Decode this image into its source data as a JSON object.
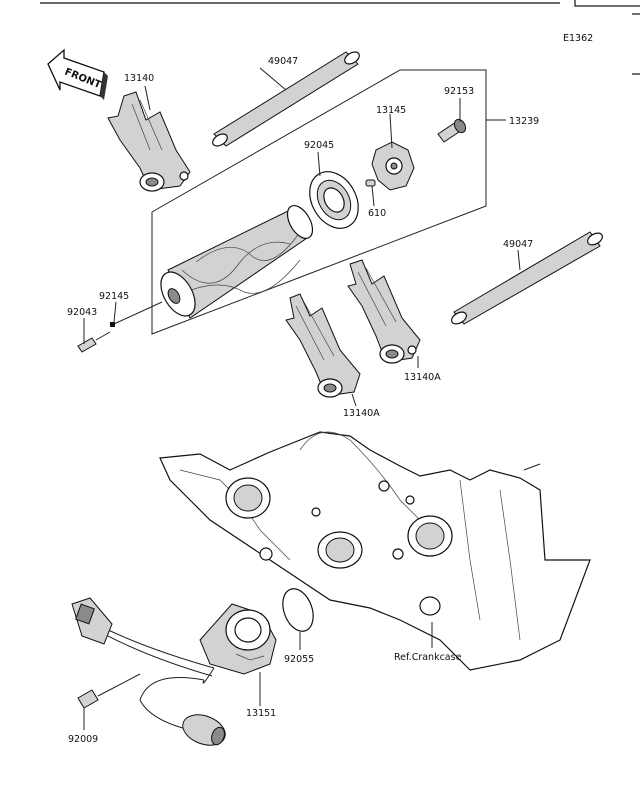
{
  "diagram_id": "E1362",
  "front_label": "FRONT",
  "labels": {
    "p13140": "13140",
    "p49047_top": "49047",
    "p13145": "13145",
    "p92153": "92153",
    "p13239": "13239",
    "p92045": "92045",
    "p610": "610",
    "p49047_right": "49047",
    "p92145": "92145",
    "p92043": "92043",
    "p13140A_right": "13140A",
    "p13140A_lower": "13140A",
    "p92055": "92055",
    "ref_crankcase": "Ref.Crankcase",
    "p13151": "13151",
    "p92009": "92009"
  }
}
